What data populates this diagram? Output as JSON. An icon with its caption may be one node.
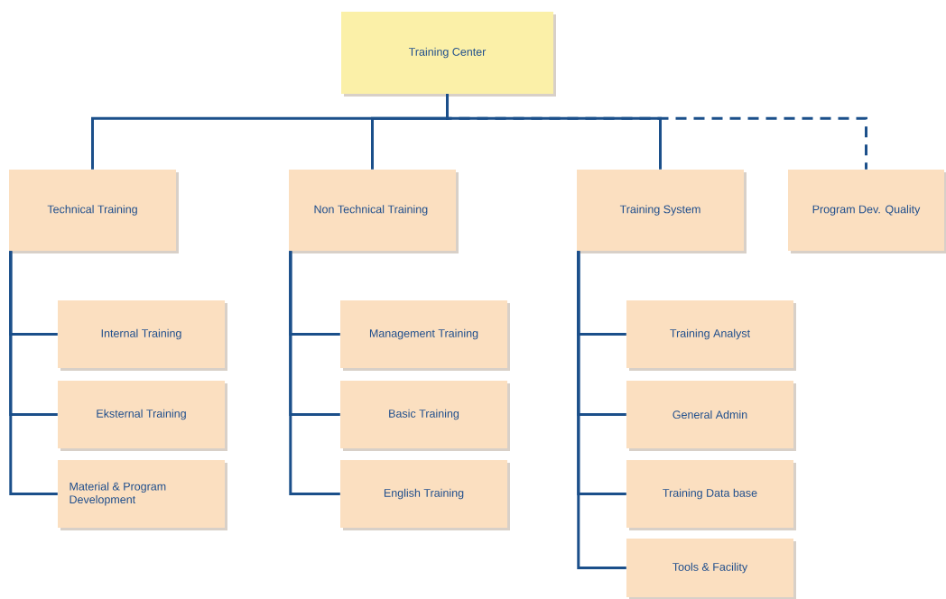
{
  "diagram": {
    "nodes": [
      {
        "text": [
          "Training Center"
        ]
      },
      {
        "text": [
          "Technical Training"
        ]
      },
      {
        "text": [
          "Non Technical Training"
        ]
      },
      {
        "text": [
          "Training System"
        ]
      },
      {
        "text": [
          "Program Dev. Quality"
        ]
      },
      {
        "text": [
          "Internal Training"
        ]
      },
      {
        "text": [
          "Eksternal Training"
        ]
      },
      {
        "text": [
          "Material & Program Development"
        ]
      },
      {
        "text": [
          "Management Training"
        ]
      },
      {
        "text": [
          "Basic Training"
        ]
      },
      {
        "text": [
          "English Training"
        ]
      },
      {
        "text": [
          "Training Analyst"
        ]
      },
      {
        "text": [
          "General Admin"
        ]
      },
      {
        "text": [
          "Training Data base"
        ]
      },
      {
        "text": [
          "Tools & Facility"
        ]
      }
    ],
    "edges": [
      {
        "from": 0,
        "to": 1,
        "arrow": "none"
      },
      {
        "from": 0,
        "to": 2,
        "arrow": "none"
      },
      {
        "from": 0,
        "to": 3,
        "arrow": "none"
      },
      {
        "from": 0,
        "to": 4,
        "arrow": "none",
        "style": "dashed"
      },
      {
        "from": 1,
        "to": 5,
        "arrow": "none"
      },
      {
        "from": 1,
        "to": 6,
        "arrow": "none"
      },
      {
        "from": 1,
        "to": 7,
        "arrow": "none"
      },
      {
        "from": 2,
        "to": 8,
        "arrow": "none"
      },
      {
        "from": 2,
        "to": 9,
        "arrow": "none"
      },
      {
        "from": 2,
        "to": 10,
        "arrow": "none"
      },
      {
        "from": 3,
        "to": 11,
        "arrow": "none"
      },
      {
        "from": 3,
        "to": 12,
        "arrow": "none"
      },
      {
        "from": 3,
        "to": 13,
        "arrow": "none"
      },
      {
        "from": 3,
        "to": 14,
        "arrow": "none"
      }
    ]
  }
}
